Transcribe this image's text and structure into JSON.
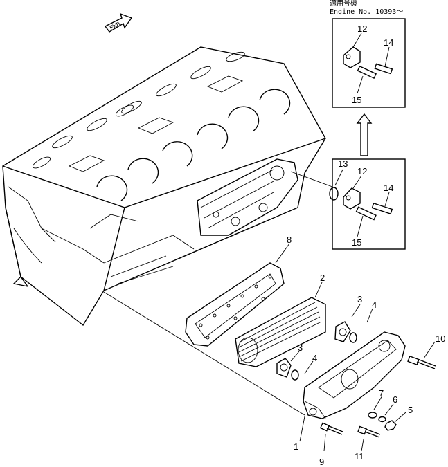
{
  "header": {
    "applicable_label": "適用号機",
    "engine_label": "Engine  No. 10393～"
  },
  "fwd_label": "FWD",
  "callouts": [
    "1",
    "2",
    "3",
    "4",
    "5",
    "6",
    "7",
    "8",
    "9",
    "10",
    "11",
    "12",
    "13",
    "14",
    "15"
  ],
  "inset_top": {
    "callouts": [
      "12",
      "14",
      "15"
    ]
  },
  "inset_bottom": {
    "callouts": [
      "12",
      "14",
      "15"
    ]
  }
}
